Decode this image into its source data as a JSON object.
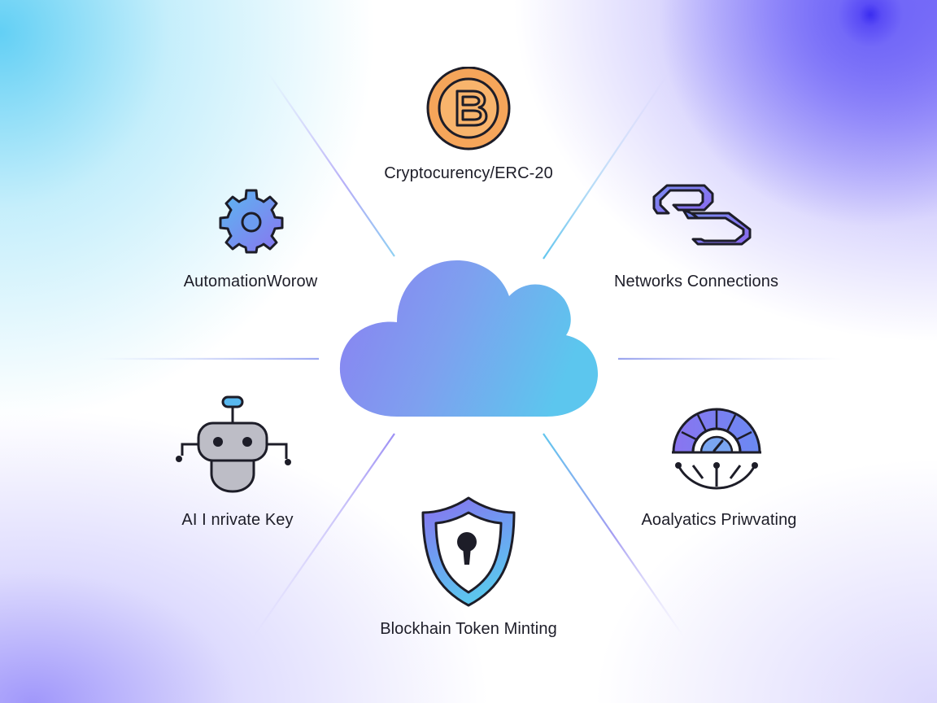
{
  "diagram": {
    "hub": {
      "icon": "cloud-icon"
    },
    "nodes": [
      {
        "id": "crypto",
        "label": "Cryptocurency/ERC-20",
        "icon": "bitcoin-coin-icon"
      },
      {
        "id": "automation",
        "label": "AutomationWorow",
        "icon": "gear-icon"
      },
      {
        "id": "networks",
        "label": "Networks Connections",
        "icon": "chain-link-icon"
      },
      {
        "id": "ai",
        "label": "AI  I nrivate Key",
        "icon": "robot-icon"
      },
      {
        "id": "analytics",
        "label": "Aoalyatics Priwvating",
        "icon": "speedometer-gauge-icon"
      },
      {
        "id": "blockchain",
        "label": "Blockhain Token Minting",
        "icon": "shield-keyhole-icon"
      }
    ]
  },
  "colors": {
    "accent_purple": "#8a7cf4",
    "accent_blue": "#5cc0ee",
    "coin_orange": "#f5a55a",
    "outline": "#1d1d28"
  }
}
